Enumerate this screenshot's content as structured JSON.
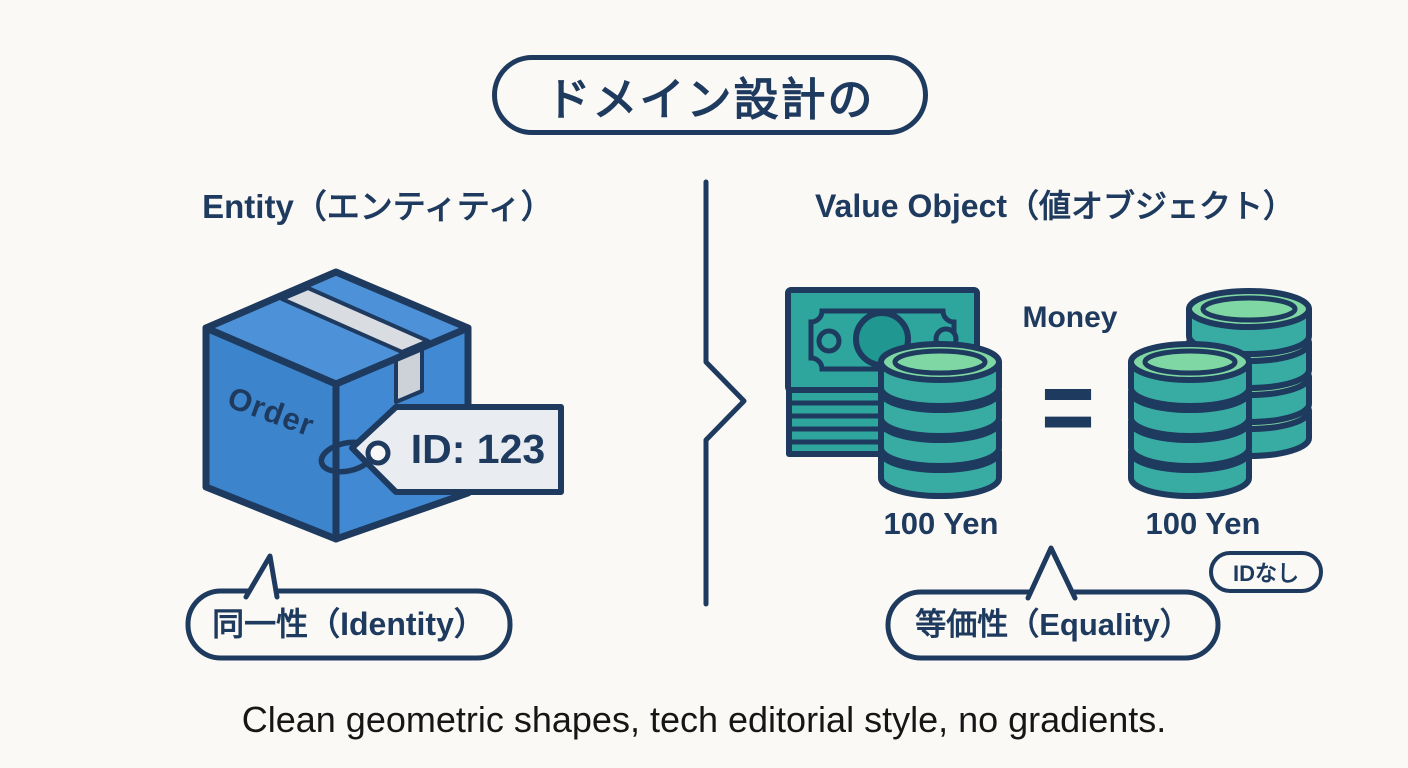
{
  "title": "ドメイン設計の",
  "entity_section": {
    "heading": "Entity（エンティティ）",
    "box_label": "Order",
    "id_tag": "ID: 123",
    "bubble_label": "同一性（Identity）"
  },
  "value_object_section": {
    "heading": "Value Object（値オブジェクト）",
    "money_label": "Money",
    "equals_sign": "=",
    "left_amount": "100 Yen",
    "right_amount": "100 Yen",
    "no_id_badge": "IDなし",
    "bubble_label": "等価性（Equality）"
  },
  "caption": "Clean geometric shapes, tech editorial style, no gradients.",
  "colors": {
    "navy": "#1e3a5e",
    "background": "#faf9f5",
    "box_blue_top": "#4d92d8",
    "box_blue_left": "#3c84cc",
    "box_blue_right": "#4189d2",
    "tape_gray": "#d9dde2",
    "tag_gray": "#e9edf1",
    "bill_teal": "#2ea69e",
    "bill_teal_dark": "#209790",
    "coin_teal": "#38aca2",
    "coin_green": "#7fd7a3",
    "caption_black": "#161616"
  }
}
